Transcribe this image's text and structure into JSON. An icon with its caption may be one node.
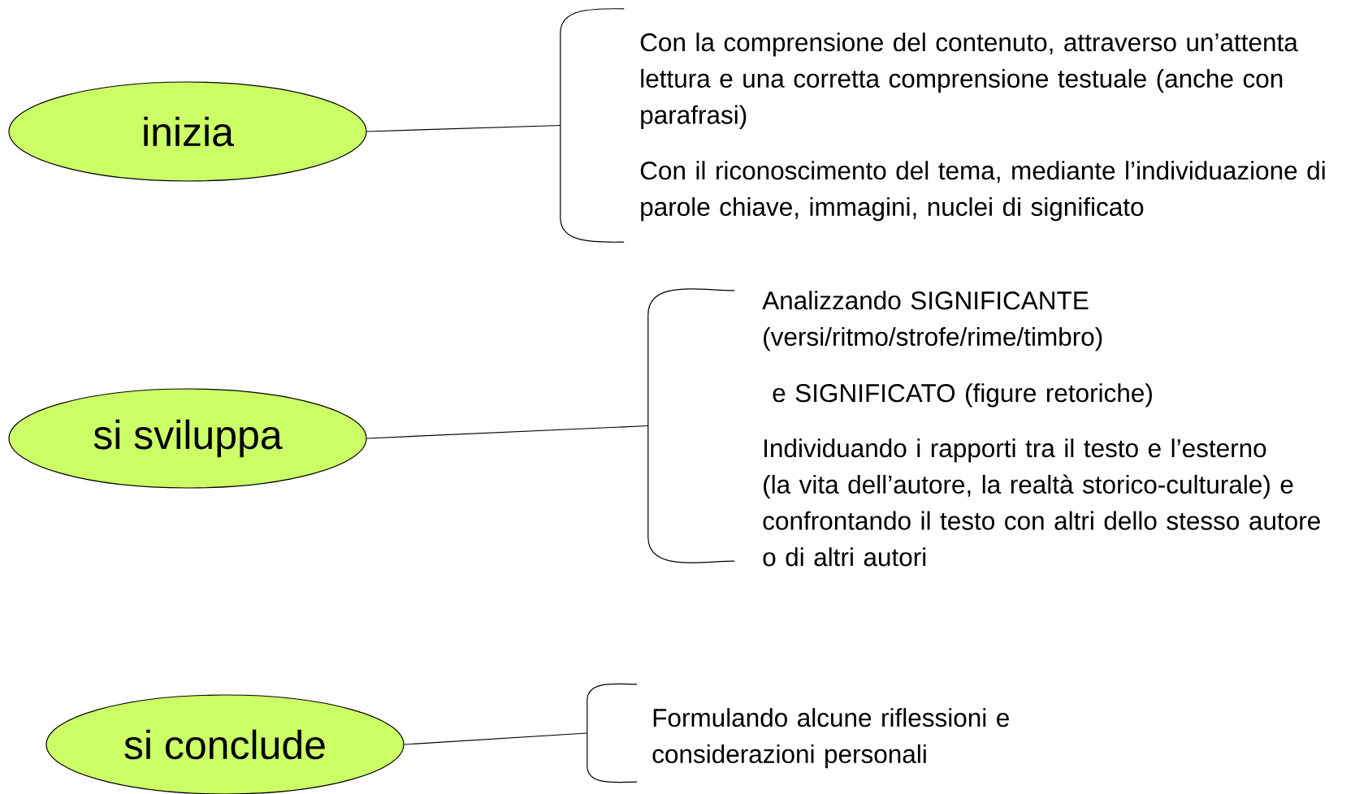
{
  "diagram": {
    "nodes": [
      {
        "text": [
          "inizia"
        ]
      },
      {
        "text": [],
        "shape": "bracket",
        "beside": [
          "Con la comprensione del contenuto, attraverso un’attenta lettura e una corretta comprensione testuale (anche con parafrasi)",
          "Con il riconoscimento del tema, mediante l’individuazione di parole chiave, immagini, nuclei di significato"
        ]
      },
      {
        "text": [
          "si sviluppa"
        ]
      },
      {
        "text": [],
        "shape": "bracket",
        "beside": [
          "Analizzando SIGNIFICANTE (versi/ritmo/strofe/rime/timbro)",
          "e SIGNIFICATO (figure retoriche)",
          "Individuando i rapporti tra il testo e l’esterno (la vita dell’autore, la realtà storico-culturale) e confrontando il testo con altri dello stesso autore o di altri autori"
        ]
      },
      {
        "text": [
          "si conclude"
        ]
      },
      {
        "text": [],
        "shape": "bracket",
        "beside": [
          "Formulando alcune riflessioni e considerazioni personali"
        ]
      }
    ],
    "edges": [
      {
        "from": 0,
        "to": 1,
        "arrow": "none"
      },
      {
        "from": 2,
        "to": 3,
        "arrow": "none"
      },
      {
        "from": 4,
        "to": 5,
        "arrow": "none"
      }
    ]
  }
}
